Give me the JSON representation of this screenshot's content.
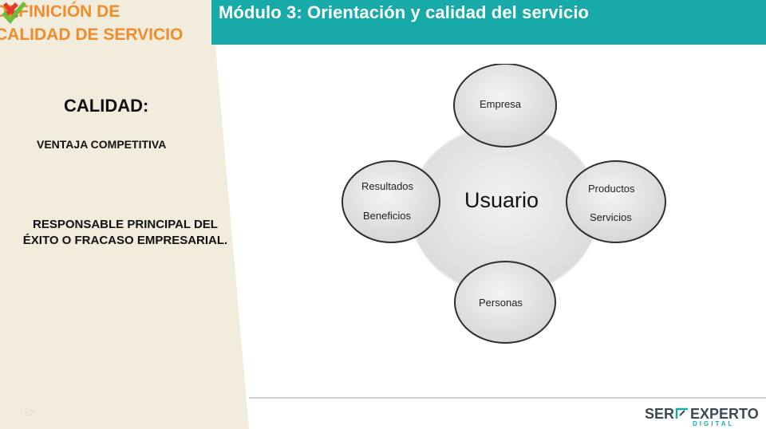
{
  "slide": {
    "section_title_line1": "DEFINICIÓN DE",
    "section_title_line2": "CALIDAD DE SERVICIO",
    "module_title": "Módulo 3: Orientación y calidad del servicio",
    "quality_heading": "CALIDAD:",
    "item_cross": "VENTAJA COMPETITIVA",
    "item_check": "RESPONSABLE PRINCIPAL DEL ÉXITO O FRACASO EMPRESARIAL.",
    "page_number": "22"
  },
  "diagram": {
    "center": "Usuario",
    "top": "Empresa",
    "right_line1": "Productos",
    "right_line2": "Servicios",
    "bottom": "Personas",
    "left_line1": "Resultados",
    "left_line2": "Beneficios"
  },
  "footer": {
    "brand_left": "SER",
    "brand_right": "EXPERTO",
    "brand_sub": "DIGITAL"
  },
  "colors": {
    "accent_teal": "#17aaa8",
    "title_orange": "#f08c2a",
    "panel_beige": "#f1ecdc",
    "cross_red": "#e23b2e",
    "check_green": "#6cbf3a"
  },
  "icons": [
    "cross-icon",
    "check-icon",
    "brand-logo-icon"
  ]
}
